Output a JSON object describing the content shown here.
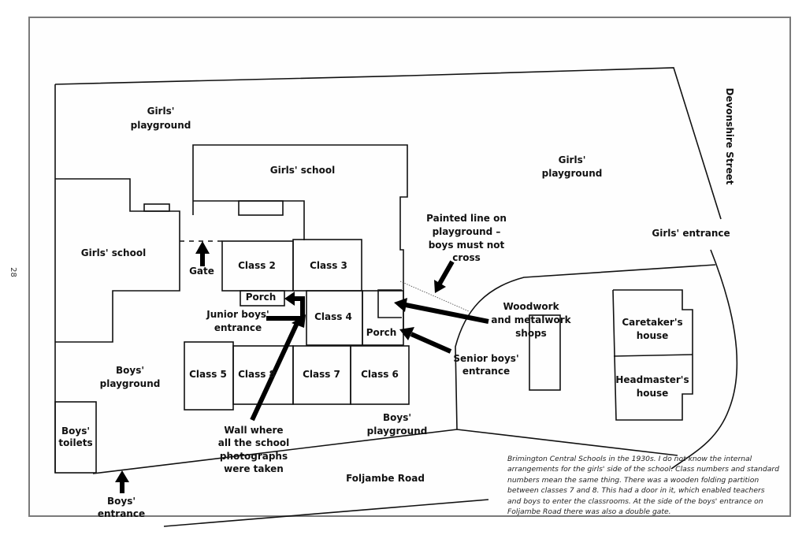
{
  "page_number": "28",
  "labels": {
    "girls_playground_nw": [
      "Girls'",
      "playground"
    ],
    "girls_school_top": "Girls' school",
    "girls_school_left": "Girls' school",
    "girls_playground_ne": [
      "Girls'",
      "playground"
    ],
    "devonshire_street": "Devonshire Street",
    "girls_entrance": "Girls' entrance",
    "painted_line": [
      "Painted line on",
      "playground –",
      "boys must not",
      "cross"
    ],
    "gate": "Gate",
    "class2": "Class 2",
    "class3": "Class 3",
    "class4": "Class 4",
    "class5": "Class 5",
    "class6": "Class 6",
    "class7": "Class 7",
    "class8": "Class 8",
    "porch_junior": "Porch",
    "porch_senior": "Porch",
    "junior_boys_entrance": [
      "Junior boys'",
      "entrance"
    ],
    "woodwork_shops": [
      "Woodwork",
      "and metalwork",
      "shops"
    ],
    "senior_boys_entrance": [
      "Senior boys'",
      "entrance"
    ],
    "caretakers_house": [
      "Caretaker's",
      "house"
    ],
    "headmasters_house": [
      "Headmaster's",
      "house"
    ],
    "boys_playground_w": [
      "Boys'",
      "playground"
    ],
    "boys_playground_s": [
      "Boys'",
      "playground"
    ],
    "boys_toilets": [
      "Boys'",
      "toilets"
    ],
    "wall_photos": [
      "Wall where",
      "all the school",
      "photographs",
      "were taken"
    ],
    "foljambe_road": "Foljambe Road",
    "boys_entrance": [
      "Boys'",
      "entrance"
    ]
  },
  "caption": "Brimington Central Schools  in the 1930s. I do not know the internal arrangements for the girls' side of the school. Class numbers and standard numbers mean the same thing. There was a wooden folding partition between classes 7 and 8. This had a door in it, which enabled teachers and boys to enter the classrooms. At the side of the boys' entrance on Foljambe Road there was also a double gate."
}
